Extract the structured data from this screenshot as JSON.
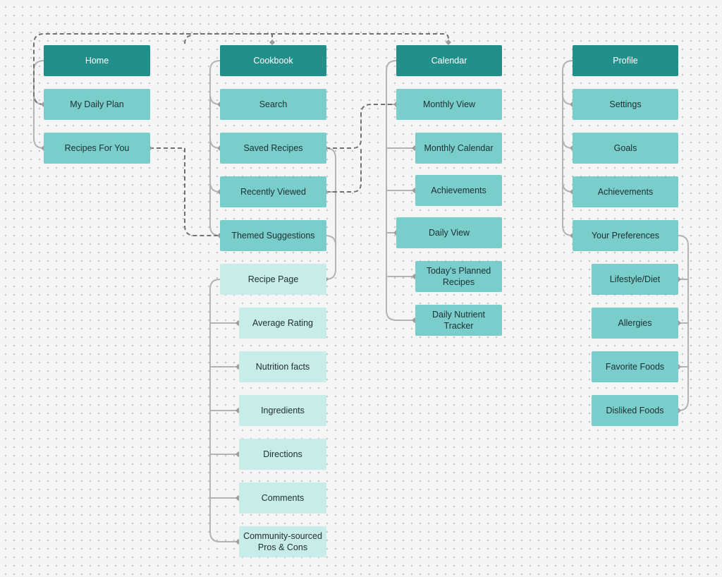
{
  "colors": {
    "top_level": "#238f8b",
    "second_level": "#79cdcb",
    "third_level": "#c8ece8",
    "connector": "#b3b3b3",
    "cross_link": "#707070"
  },
  "home": {
    "title": "Home",
    "items": [
      "My Daily Plan",
      "Recipes For You"
    ]
  },
  "cookbook": {
    "title": "Cookbook",
    "items": [
      "Search",
      "Saved Recipes",
      "Recently Viewed",
      "Themed Suggestions"
    ],
    "recipe_page": {
      "title": "Recipe Page",
      "items": [
        "Average Rating",
        "Nutrition facts",
        "Ingredients",
        "Directions",
        "Comments",
        "Community-sourced\nPros & Cons"
      ]
    }
  },
  "calendar": {
    "title": "Calendar",
    "monthly_view": {
      "title": "Monthly View",
      "items": [
        "Monthly Calendar",
        "Achievements"
      ]
    },
    "daily_view": {
      "title": "Daily View",
      "items": [
        "Today’s Planned\nRecipes",
        "Daily Nutrient Tracker"
      ]
    }
  },
  "profile": {
    "title": "Profile",
    "items": [
      "Settings",
      "Goals",
      "Achievements",
      "Your Preferences"
    ],
    "preferences": [
      "Lifestyle/Diet",
      "Allergies",
      "Favorite Foods",
      "Disliked Foods"
    ]
  }
}
